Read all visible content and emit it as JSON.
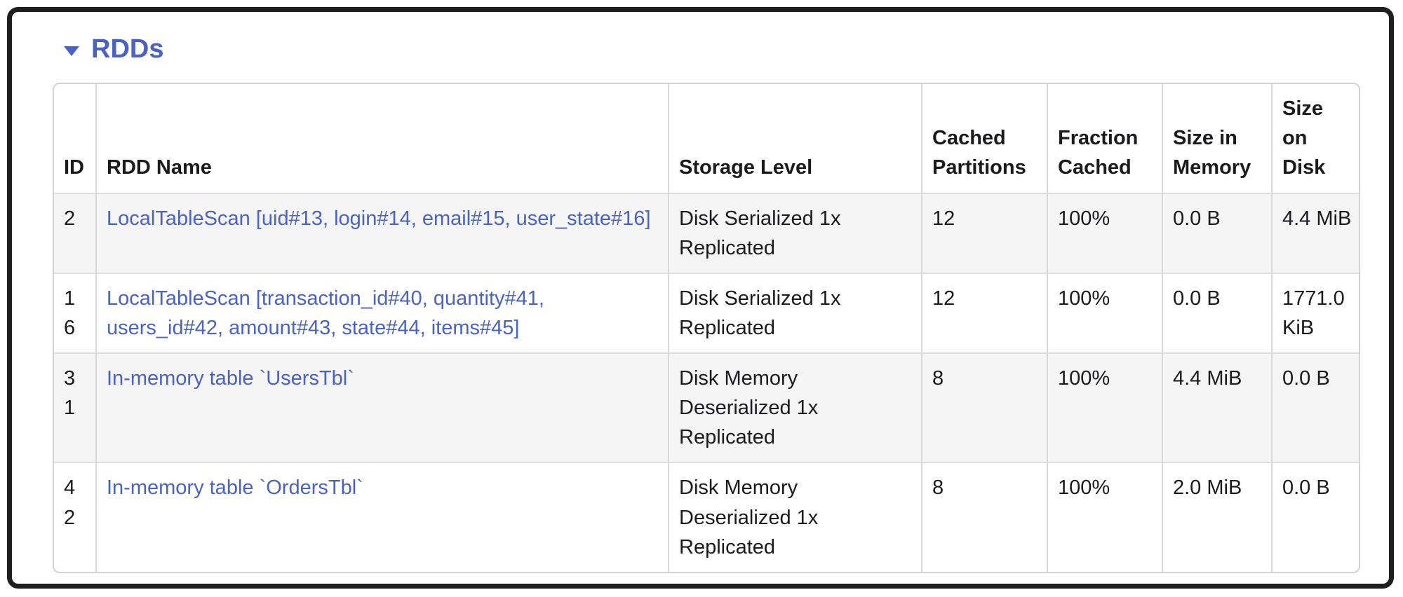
{
  "colors": {
    "accent": "#4a62c2",
    "link": "#4a62c2",
    "frame_border": "#1e1e20",
    "stripe": "#f5f5f6",
    "cell_border": "#d9d9db",
    "text": "#1b1b1e"
  },
  "section": {
    "title": "RDDs",
    "caret_icon": "caret-down"
  },
  "table": {
    "columns": [
      "ID",
      "RDD Name",
      "Storage Level",
      "Cached Partitions",
      "Fraction Cached",
      "Size in Memory",
      "Size on Disk"
    ],
    "rows": [
      {
        "id": "2",
        "rdd_name": "LocalTableScan [uid#13, login#14, email#15, user_state#16]",
        "storage_level": "Disk Serialized 1x Replicated",
        "cached_partitions": "12",
        "fraction_cached": "100%",
        "size_in_memory": "0.0 B",
        "size_on_disk": "4.4 MiB"
      },
      {
        "id": "16",
        "rdd_name": "LocalTableScan [transaction_id#40, quantity#41, users_id#42, amount#43, state#44, items#45]",
        "storage_level": "Disk Serialized 1x Replicated",
        "cached_partitions": "12",
        "fraction_cached": "100%",
        "size_in_memory": "0.0 B",
        "size_on_disk": "1771.0 KiB"
      },
      {
        "id": "31",
        "rdd_name": "In-memory table `UsersTbl`",
        "storage_level": "Disk Memory Deserialized 1x Replicated",
        "cached_partitions": "8",
        "fraction_cached": "100%",
        "size_in_memory": "4.4 MiB",
        "size_on_disk": "0.0 B"
      },
      {
        "id": "42",
        "rdd_name": "In-memory table `OrdersTbl`",
        "storage_level": "Disk Memory Deserialized 1x Replicated",
        "cached_partitions": "8",
        "fraction_cached": "100%",
        "size_in_memory": "2.0 MiB",
        "size_on_disk": "0.0 B"
      }
    ]
  }
}
